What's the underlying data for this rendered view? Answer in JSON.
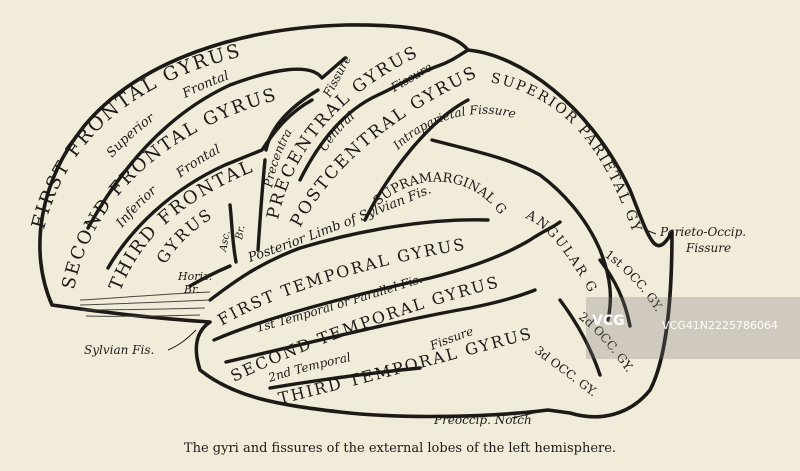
{
  "colors": {
    "background": "#f1ebd9",
    "ink": "#1c1a17"
  },
  "labels": {
    "first_frontal_gyrus": "FIRST FRONTAL GYRUS",
    "superior_frontal_upper": "Frontal",
    "superior_frontal_lower": "Superior",
    "second_frontal_gyrus": "SECOND FRONTAL GYRUS",
    "inferior_frontal_upper": "Frontal",
    "inferior_frontal_lower": "Inferior",
    "third_frontal": "THIRD FRONTAL",
    "gyrus": "GYRUS",
    "horiz": "Horiz.",
    "br": "Br.",
    "asc": "Asc.",
    "asc_br": "Br.",
    "precentral_fissure_top": "Fissure",
    "precentral_gyrus": "PRECENTRAL GYRUS",
    "precentral_fissure_name": "Precentral",
    "central_fissure_top": "Fissure",
    "central": "Central",
    "postcentral_gyrus": "POSTCENTRAL GYRUS",
    "intraparietal_fissure": "Intraparietal Fissure",
    "superior_parietal_gyrus": "SUPERIOR PARIETAL GYRUS",
    "supramarginal_gy": "SUPRAMARGINAL GY.",
    "posterior_limb": "Posterior Limb of Sylvian Fis.",
    "angular_gy": "ANGULAR GY.",
    "first_temporal_gyrus": "FIRST TEMPORAL GYRUS",
    "first_temporal_fissure": "1st Temporal or Parallel Fis.",
    "second_temporal_gyrus": "SECOND TEMPORAL GYRUS",
    "second_temporal_fissure_a": "2nd Temporal",
    "second_temporal_fissure_b": "Fissure",
    "third_temporal_gyrus": "THIRD TEMPORAL GYRUS",
    "first_occ_gy": "1st OCC. GY.",
    "second_occ_gy": "2d OCC. GY.",
    "third_occ_gy": "3d OCC. GY.",
    "parieto_occip": "Parieto-Occip.",
    "parieto_occip_fissure": "Fissure",
    "sylvian_fis": "Sylvian Fis.",
    "preoccip_notch": "Preoccip. Notch"
  },
  "caption": "The gyri and fissures of the external lobes of the left hemisphere.",
  "watermark": {
    "logo": "VCG",
    "id": "VCG41N2225786064"
  }
}
